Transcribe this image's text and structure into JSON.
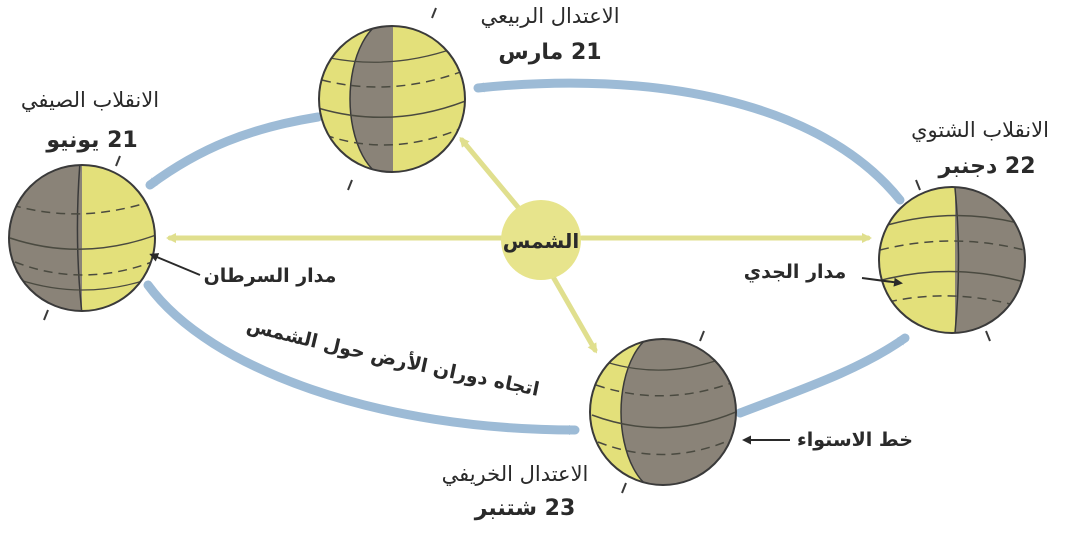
{
  "sun": {
    "label": "الشمس"
  },
  "positions": {
    "spring": {
      "title": "الاعتدال الربيعي",
      "date": "21 مارس"
    },
    "summer": {
      "title": "الانقلاب الصيفي",
      "date": "21 يونيو"
    },
    "winter": {
      "title": "الانقلاب الشتوي",
      "date": "22 دجنبر"
    },
    "autumn": {
      "title": "الاعتدال الخريفي",
      "date": "23 شتنبر"
    }
  },
  "labels": {
    "tropic_cancer": "مدار السرطان",
    "tropic_capricorn": "مدار الجدي",
    "equator": "خط الاستواء",
    "orbit_direction": "اتجاه دوران الأرض حول الشمس"
  },
  "colors": {
    "lit": "#e3e07a",
    "shadow": "#8a8378",
    "orbit_arrow": "#9dbbd6",
    "sun_arrow": "#e6e59c",
    "sun": "#e7e48c",
    "outline": "#3a3a3a"
  }
}
